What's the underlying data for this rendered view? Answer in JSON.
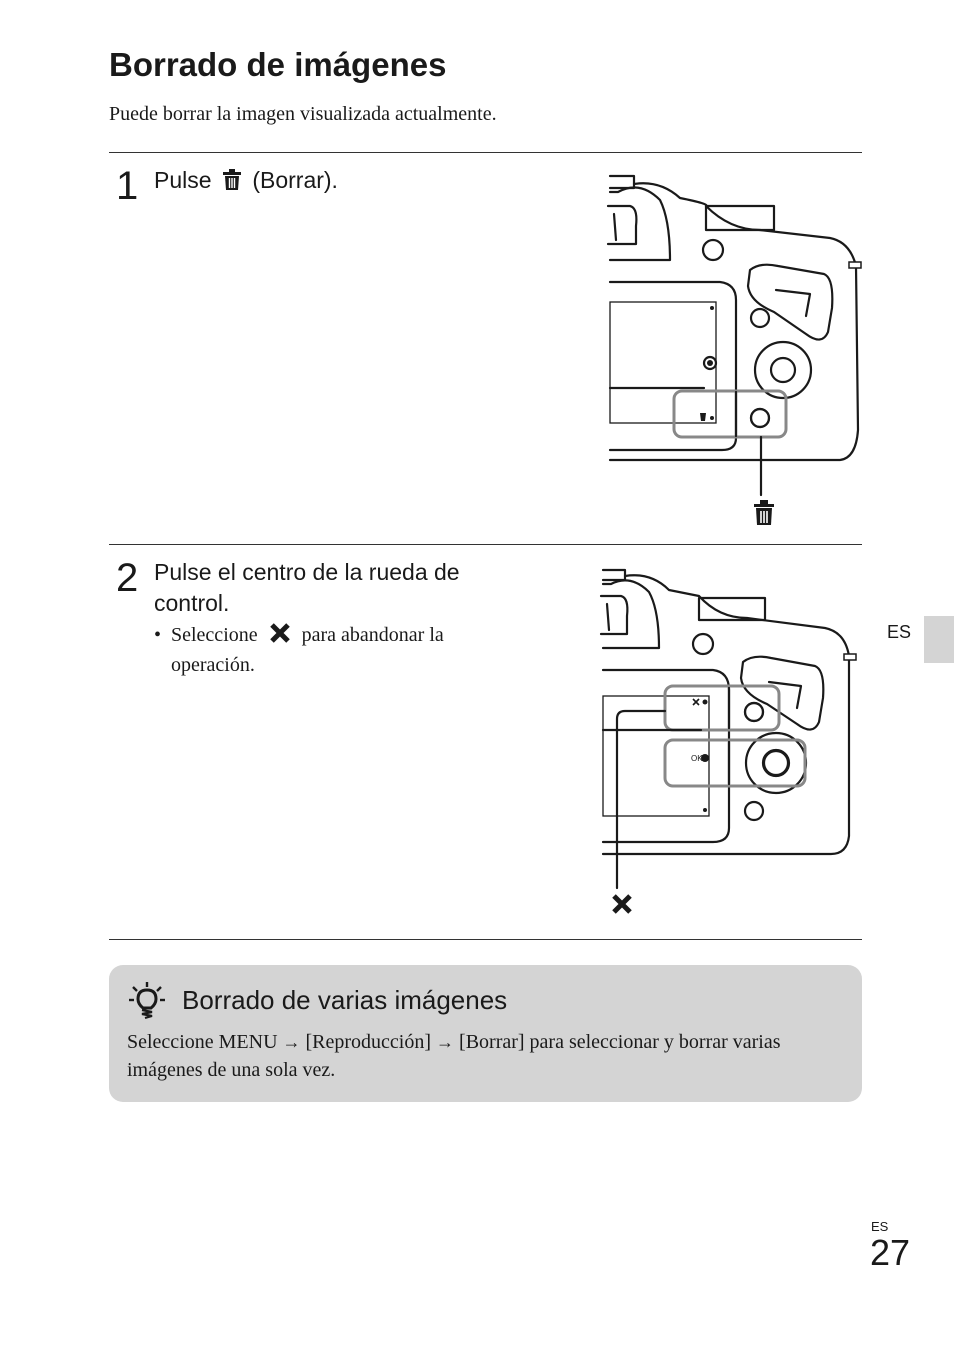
{
  "header": {
    "title": "Borrado de imágenes",
    "intro": "Puede borrar la imagen visualizada actualmente."
  },
  "steps": [
    {
      "number": "1",
      "text_before": "Pulse",
      "icon": "trash-icon",
      "text_after": "(Borrar)."
    },
    {
      "number": "2",
      "text": "Pulse el centro de la rueda de control.",
      "bullet_before": "Seleccione",
      "bullet_icon": "cross-icon",
      "bullet_after": "para abandonar la operación."
    }
  ],
  "figures": {
    "fig1_callout_icon": "trash-icon",
    "fig2_callout_icon": "cross-icon",
    "fig2_ok_label": "OK"
  },
  "tip": {
    "icon": "lightbulb-icon",
    "title": "Borrado de varias imágenes",
    "body_1": "Seleccione MENU",
    "body_2": "[Reproducción]",
    "body_3": "[Borrar] para seleccionar y borrar varias imágenes de una sola vez."
  },
  "side_tab": {
    "label": "ES"
  },
  "footer": {
    "lang": "ES",
    "page": "27"
  }
}
